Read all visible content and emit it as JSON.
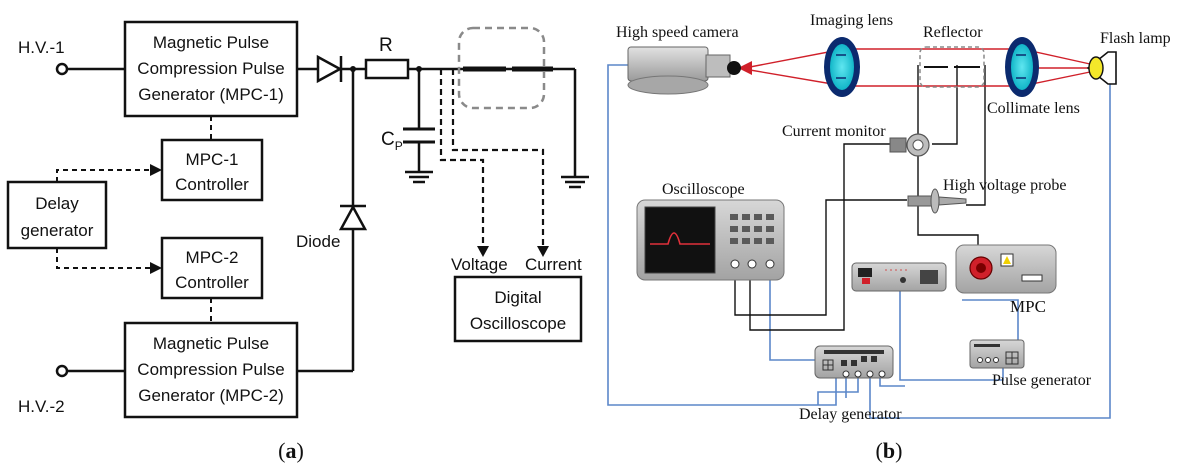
{
  "panel_a": {
    "caption_bold": "a",
    "inputs": {
      "hv1": "H.V.-1",
      "hv2": "H.V.-2"
    },
    "mpc1": [
      "Magnetic Pulse",
      "Compression Pulse",
      "Generator (MPC-1)"
    ],
    "mpc2": [
      "Magnetic Pulse",
      "Compression Pulse",
      "Generator (MPC-2)"
    ],
    "ctrl1": [
      "MPC-1",
      "Controller"
    ],
    "ctrl2": [
      "MPC-2",
      "Controller"
    ],
    "delay": [
      "Delay",
      "generator"
    ],
    "diode": "Diode",
    "resistor": "R",
    "cap_main": "C",
    "cap_sub": "P",
    "voltage": "Voltage",
    "current": "Current",
    "scope": [
      "Digital",
      "Oscilloscope"
    ]
  },
  "panel_b": {
    "caption_bold": "b",
    "high_speed_camera": "High speed camera",
    "imaging_lens": "Imaging lens",
    "reflector": "Reflector",
    "flash_lamp": "Flash lamp",
    "collimate_lens": "Collimate lens",
    "current_monitor": "Current monitor",
    "oscilloscope": "Oscilloscope",
    "hv_probe": "High voltage probe",
    "mpc": "MPC",
    "pulse_generator": "Pulse generator",
    "delay_generator": "Delay generator"
  },
  "colors": {
    "ink": "#111111",
    "laser_red": "#d0202a",
    "cable_blue": "#5b87c9",
    "lens_cyan": "#17c8d8",
    "lens_navy": "#0b2a6e",
    "dashed_gray": "#8a8a8a"
  }
}
